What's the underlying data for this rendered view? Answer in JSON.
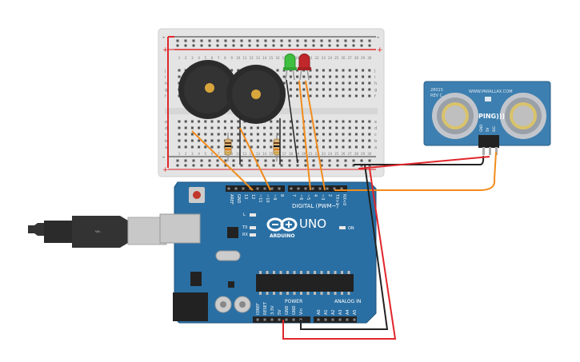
{
  "arduino": {
    "brand": "ARDUINO",
    "model": "UNO",
    "digital_label": "DIGITAL (PWM~)",
    "power_label": "POWER",
    "analog_label": "ANALOG IN",
    "on_led_label": "ON",
    "l_label": "L",
    "tx_label": "TX",
    "rx_label": "RX",
    "top_pins": [
      "AREF",
      "GND",
      "13",
      "12",
      "~11",
      "~10",
      "~9",
      "8",
      "7",
      "~6",
      "~5",
      "4",
      "~3",
      "2",
      "TX>1",
      "RX<0"
    ],
    "power_pins": [
      "IOREF",
      "RESET",
      "3.3V",
      "5V",
      "GND",
      "GND",
      "Vin"
    ],
    "analog_pins": [
      "A0",
      "A1",
      "A2",
      "A3",
      "A4",
      "A5"
    ],
    "board_color": "#2a6fa3"
  },
  "sensor": {
    "model_text": "28015",
    "rev_text": "REV C",
    "url_text": "WWW.PARALLAX.COM",
    "brand_text": "PING)))",
    "pin_labels": [
      "GND",
      "5V",
      "SIG"
    ],
    "board_color": "#3d7fb0"
  },
  "breadboard": {
    "row_letters_top": [
      "j",
      "i",
      "h",
      "g",
      "f"
    ],
    "row_letters_bottom": [
      "e",
      "d",
      "c",
      "b",
      "a"
    ],
    "column_numbers": [
      "1",
      "2",
      "3",
      "4",
      "5",
      "6",
      "7",
      "8",
      "9",
      "10",
      "11",
      "12",
      "13",
      "14",
      "15",
      "16",
      "17",
      "18",
      "19",
      "20",
      "21",
      "22",
      "23",
      "24",
      "25",
      "26",
      "27",
      "28",
      "29",
      "30"
    ],
    "rail_plus": "+",
    "rail_minus": "-"
  },
  "components": {
    "buzzers": [
      "buzzer-1",
      "buzzer-2"
    ],
    "leds": [
      {
        "color": "#3fbf3f"
      },
      {
        "color": "#c0282b"
      }
    ],
    "resistors": [
      "resistor-1",
      "resistor-2"
    ]
  },
  "wire_colors": {
    "signal": "#f28c1c",
    "power": "#e0262b",
    "ground": "#222222"
  }
}
